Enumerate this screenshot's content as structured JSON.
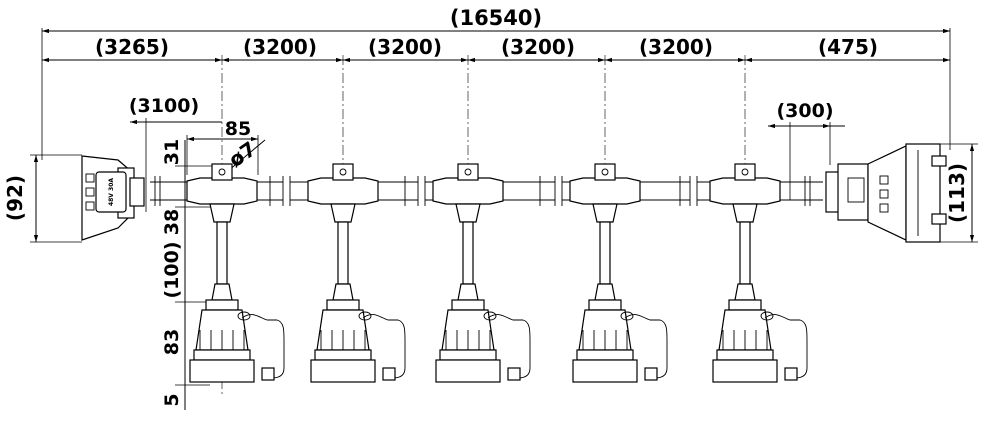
{
  "dimensions": {
    "total": "(16540)",
    "segments": [
      "(3265)",
      "(3200)",
      "(3200)",
      "(3200)",
      "(3200)",
      "(475)"
    ],
    "span_3100": "(3100)",
    "span_300": "(300)",
    "width_85": "85",
    "hole_dia": "ø7",
    "height_31": "31",
    "height_38": "38",
    "drop_100": "(100)",
    "height_83": "83",
    "height_5": "5",
    "left_plug_height": "(92)",
    "right_socket_height": "(113)"
  },
  "left_connector": {
    "label": "48V 30A"
  },
  "tap_count": 5
}
